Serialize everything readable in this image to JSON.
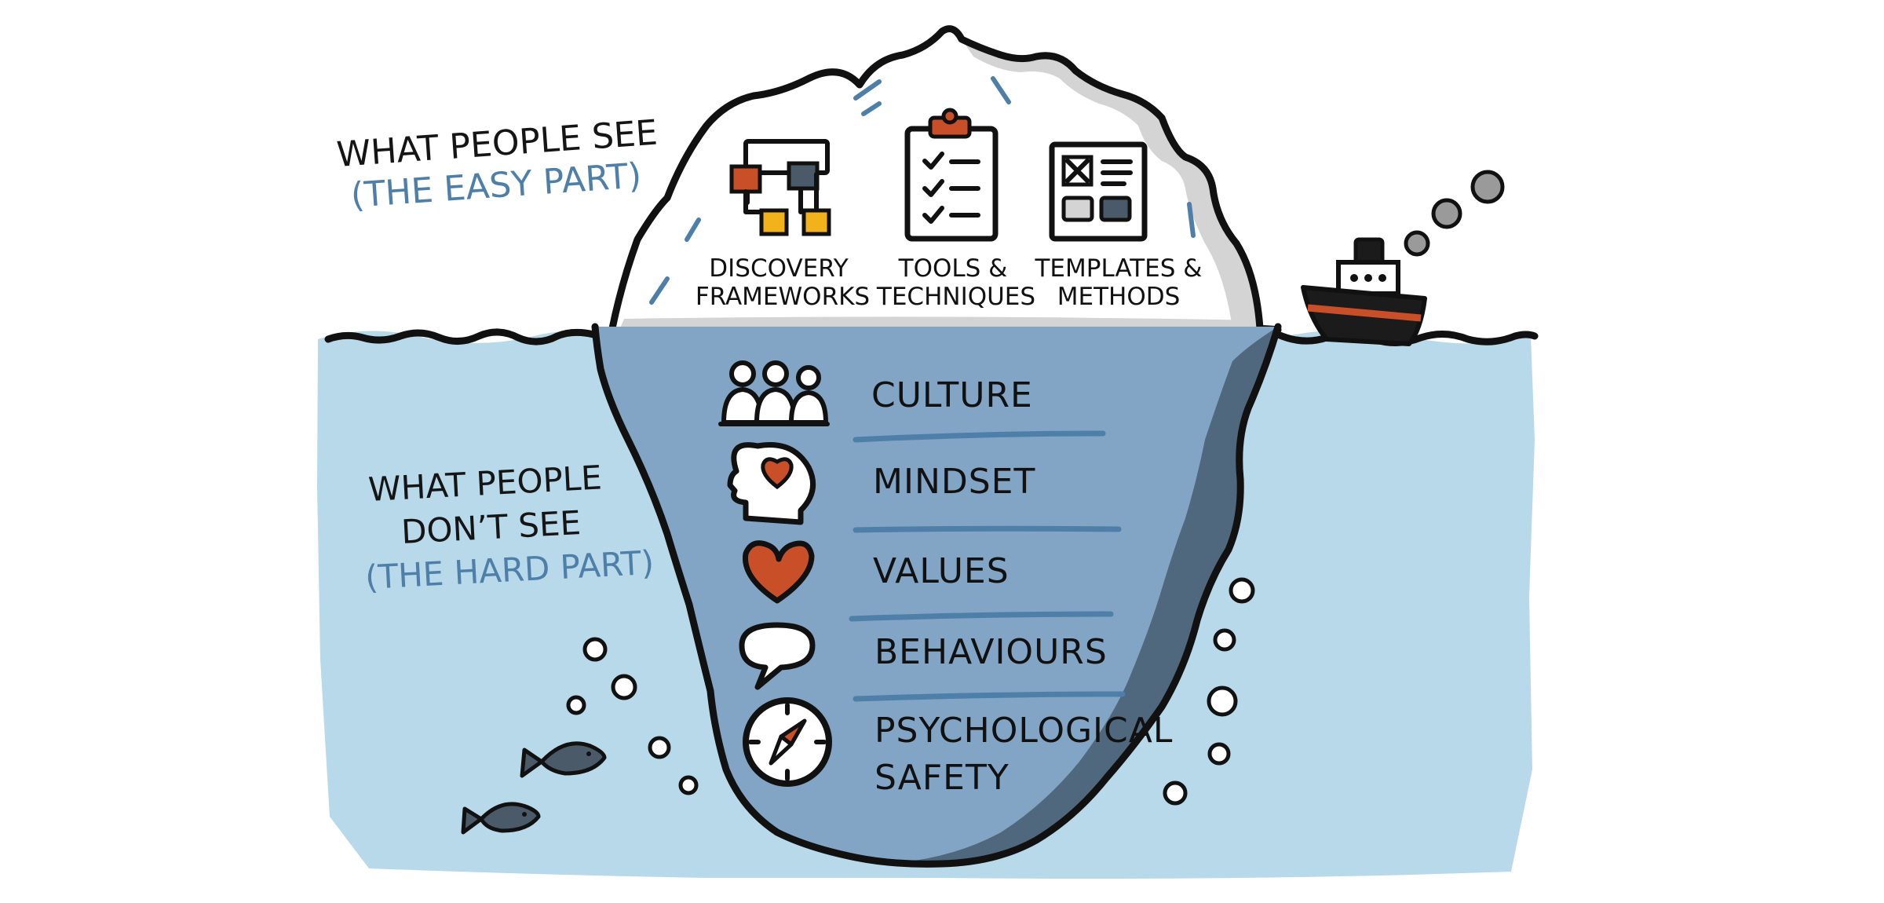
{
  "labels": {
    "above_line1": "WHAT PEOPLE SEE",
    "above_line2": "(THE EASY PART)",
    "below_line1": "WHAT PEOPLE",
    "below_line2": "DON’T SEE",
    "below_line3": "(THE HARD PART)"
  },
  "tip_items": [
    {
      "line1": "DISCOVERY",
      "line2": "FRAMEWORKS",
      "icon": "flowchart-icon"
    },
    {
      "line1": "TOOLS &",
      "line2": "TECHNIQUES",
      "icon": "clipboard-checklist-icon"
    },
    {
      "line1": "TEMPLATES &",
      "line2": "METHODS",
      "icon": "template-icon"
    }
  ],
  "layers": [
    {
      "line1": "CULTURE",
      "line2": "",
      "icon": "people-group-icon"
    },
    {
      "line1": "MINDSET",
      "line2": "",
      "icon": "head-heart-icon"
    },
    {
      "line1": "VALUES",
      "line2": "",
      "icon": "heart-icon"
    },
    {
      "line1": "BEHAVIOURS",
      "line2": "",
      "icon": "speech-bubble-icon"
    },
    {
      "line1": "PSYCHOLOGICAL",
      "line2": "SAFETY",
      "icon": "compass-icon"
    }
  ],
  "colors": {
    "water": "#b8d9e9",
    "iceberg_below": "#82a5c5",
    "iceberg_shadow": "#4f687d",
    "tip_white": "#ffffff",
    "tip_shade": "#d4d4d4",
    "accent_orange": "#c94f28",
    "accent_yellow": "#f1b21c",
    "dark_grey": "#4a5a68",
    "label_blue": "#4e7fa8"
  }
}
